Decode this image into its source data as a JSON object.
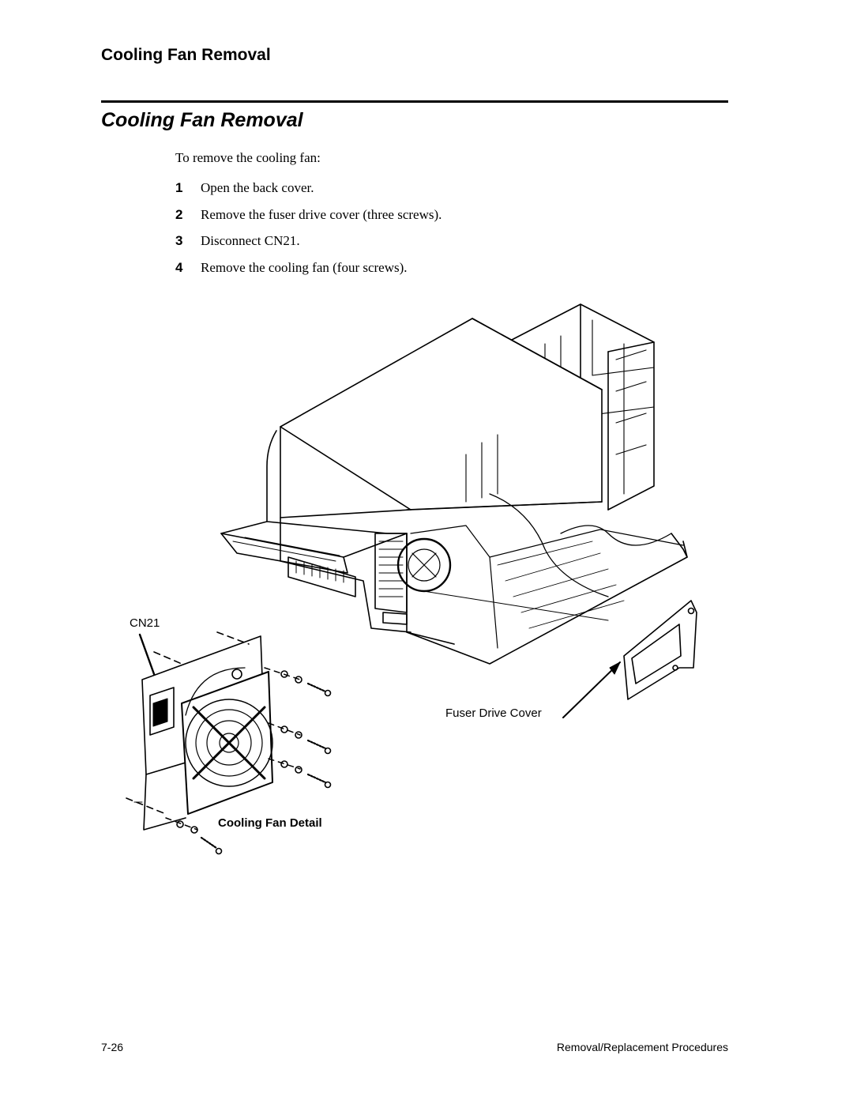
{
  "header": {
    "running_title": "Cooling Fan Removal"
  },
  "section": {
    "title": "Cooling Fan Removal"
  },
  "intro": "To remove the cooling fan:",
  "steps": [
    {
      "num": "1",
      "text": "Open the back cover."
    },
    {
      "num": "2",
      "text": "Remove the fuser drive cover (three screws)."
    },
    {
      "num": "3",
      "text": "Disconnect CN21."
    },
    {
      "num": "4",
      "text": "Remove the cooling fan (four screws)."
    }
  ],
  "figure": {
    "labels": {
      "cn21": "CN21",
      "fuser_drive_cover": "Fuser Drive Cover",
      "cooling_fan_detail": "Cooling Fan Detail"
    }
  },
  "footer": {
    "page_number": "7-26",
    "chapter": "Removal/Replacement Procedures"
  }
}
